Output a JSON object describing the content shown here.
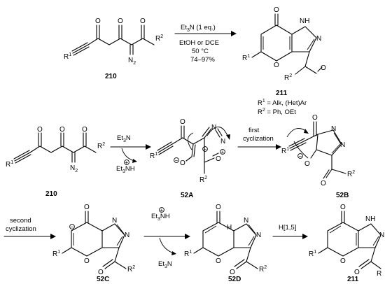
{
  "reaction1": {
    "reagent": "Et3N (1 eq.)",
    "solvent": "EtOH or DCE",
    "temperature": "50 °C",
    "yield": "74–97%",
    "start_label": "210",
    "product_label": "211",
    "r1_def": "R1 = Alk, (Het)Ar",
    "r2_def": "R2 = Ph, OEt"
  },
  "mechanism": {
    "step1_reagent": "Et3N",
    "step1_byproduct": "Et3NH+",
    "step2_label_line1": "first",
    "step2_label_line2": "cyclization",
    "step3_label_line1": "second",
    "step3_label_line2": "cyclization",
    "step4_reagent": "Et3NH+",
    "step4_byproduct": "Et3N",
    "step5_label": "H[1,5]",
    "compounds": [
      "210",
      "52A",
      "52B",
      "52C",
      "52D",
      "211"
    ]
  },
  "atoms": {
    "O": "O",
    "N": "N",
    "NH": "NH",
    "H": "H",
    "R1": "R",
    "R2": "R",
    "N2": "N",
    "plus": "+",
    "minus": "−"
  }
}
